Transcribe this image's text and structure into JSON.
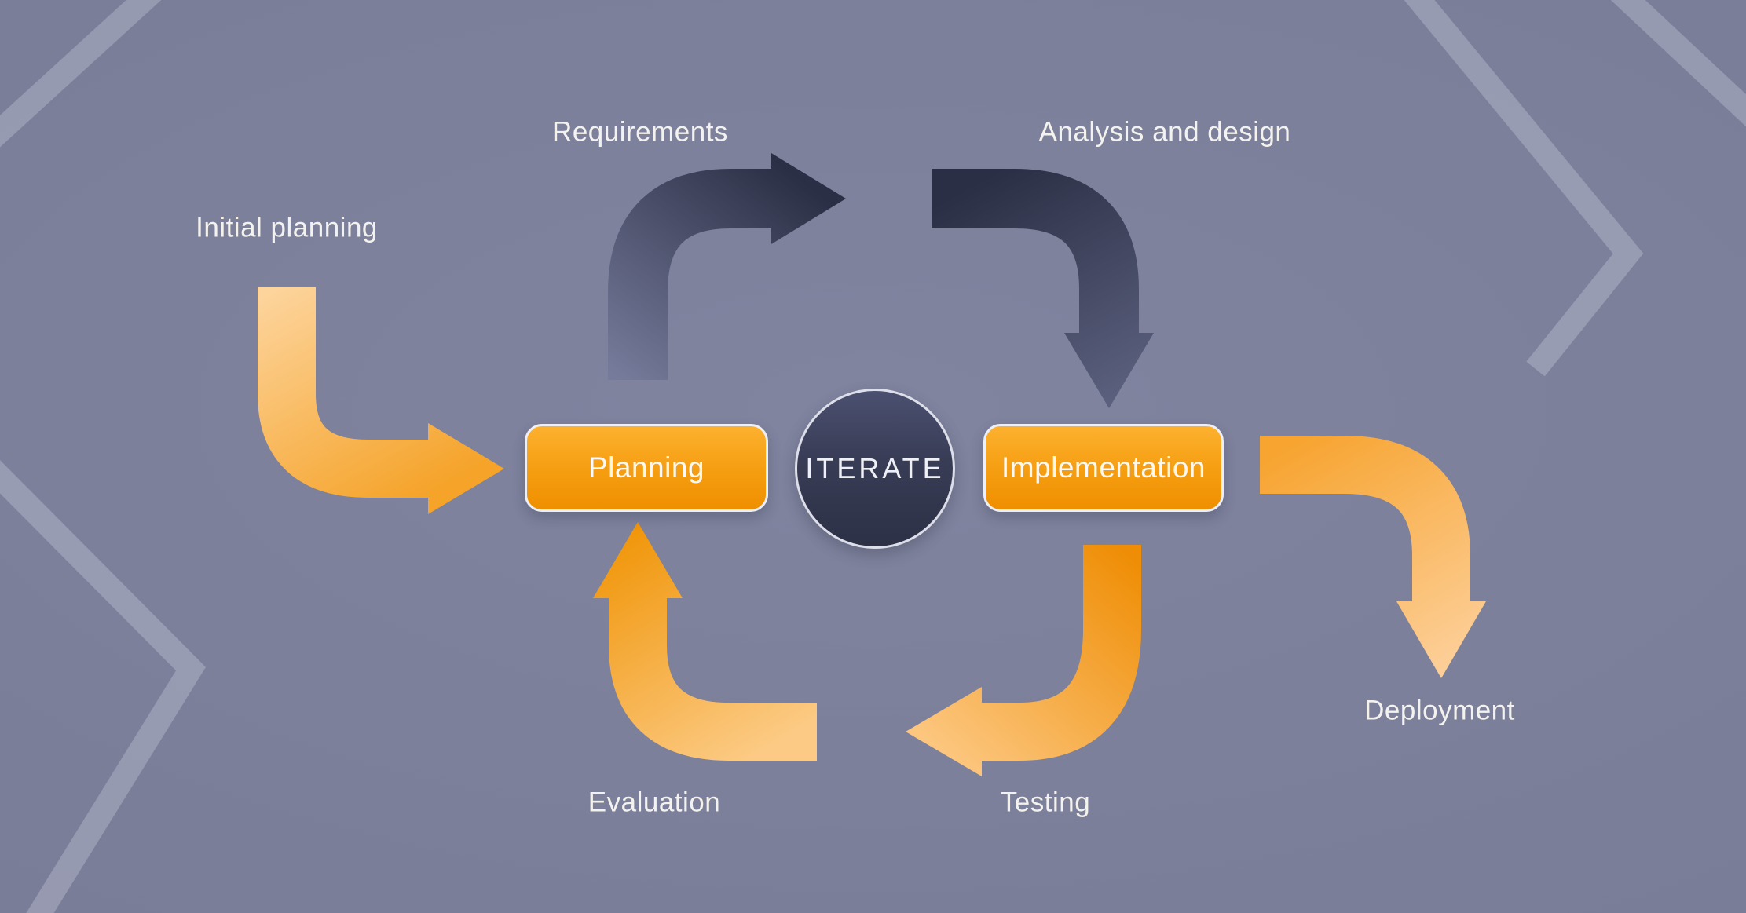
{
  "diagram": {
    "type": "iterative-development-cycle",
    "center_label": "ITERATE",
    "nodes": {
      "planning": "Planning",
      "implementation": "Implementation"
    },
    "labels": {
      "initial_planning": "Initial planning",
      "requirements": "Requirements",
      "analysis_design": "Analysis and design",
      "deployment": "Deployment",
      "testing": "Testing",
      "evaluation": "Evaluation"
    },
    "arrows": [
      {
        "name": "initial-planning-arrow",
        "from": "start",
        "to": "planning",
        "color": "orange"
      },
      {
        "name": "requirements-arrow",
        "from": "planning",
        "to": "analysis",
        "color": "dark"
      },
      {
        "name": "analysis-design-arrow",
        "from": "analysis",
        "to": "implementation",
        "color": "dark"
      },
      {
        "name": "testing-arrow",
        "from": "implementation",
        "to": "evaluation",
        "color": "orange"
      },
      {
        "name": "evaluation-arrow",
        "from": "testing",
        "to": "planning",
        "color": "orange"
      },
      {
        "name": "deployment-arrow",
        "from": "implementation",
        "to": "deployment",
        "color": "orange"
      }
    ],
    "colors": {
      "background": "#797d97",
      "hexagon_line": "#d2d5e4",
      "orange_light": "#fdd09a",
      "orange_dark": "#ef8f00",
      "dark_arrow_light": "#767b9b",
      "dark_arrow_dark": "#2b2f45",
      "node_fill_top": "#fcb12f",
      "node_fill_bottom": "#ef8f00",
      "node_border": "#edeef6",
      "circle_fill": "#34384f",
      "text": "#f4f2ee"
    }
  }
}
